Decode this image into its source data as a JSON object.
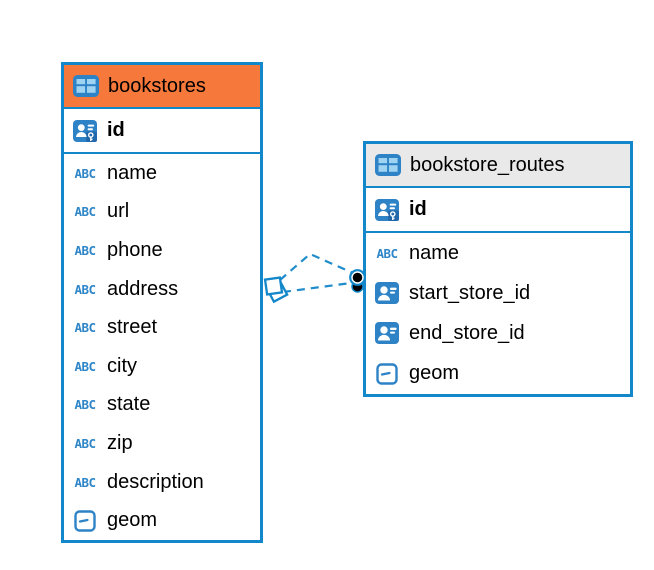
{
  "diagram": {
    "icons": {
      "text_type_glyph": "ABC"
    },
    "colors": {
      "table_border": "#1287c9",
      "bookstores_header": "#f6793b",
      "routes_header": "#e9e9e9",
      "icon_blue": "#2e82c6",
      "icon_cell_blue": "#9fd3f2",
      "relation_line": "#1f8ccb",
      "text": "#000000"
    },
    "tables": [
      {
        "title": "bookstores",
        "pk": {
          "label": "id"
        },
        "fields": [
          {
            "label": "name",
            "type": "text"
          },
          {
            "label": "url",
            "type": "text"
          },
          {
            "label": "phone",
            "type": "text"
          },
          {
            "label": "address",
            "type": "text"
          },
          {
            "label": "street",
            "type": "text"
          },
          {
            "label": "city",
            "type": "text"
          },
          {
            "label": "state",
            "type": "text"
          },
          {
            "label": "zip",
            "type": "text"
          },
          {
            "label": "description",
            "type": "text"
          },
          {
            "label": "geom",
            "type": "geometry"
          }
        ]
      },
      {
        "title": "bookstore_routes",
        "pk": {
          "label": "id"
        },
        "fields": [
          {
            "label": "name",
            "type": "text"
          },
          {
            "label": "start_store_id",
            "type": "reference"
          },
          {
            "label": "end_store_id",
            "type": "reference"
          },
          {
            "label": "geom",
            "type": "geometry"
          }
        ]
      }
    ],
    "relations": [
      {
        "from": "bookstores",
        "to": "bookstore_routes",
        "style": "dashed",
        "source_marker": "stacked-squares",
        "target_marker": "filled-dot"
      },
      {
        "from": "bookstores",
        "to": "bookstore_routes",
        "style": "dashed",
        "source_marker": "stacked-squares",
        "target_marker": "filled-dot"
      }
    ]
  }
}
